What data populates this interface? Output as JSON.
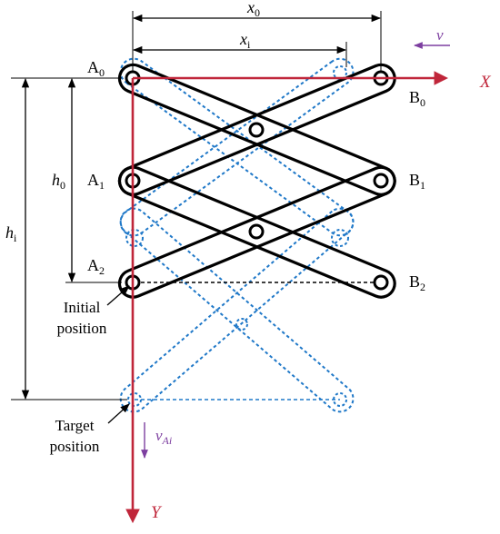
{
  "labels": {
    "A0": {
      "main": "A",
      "sub": "0"
    },
    "A1": {
      "main": "A",
      "sub": "1"
    },
    "A2": {
      "main": "A",
      "sub": "2"
    },
    "B0": {
      "main": "B",
      "sub": "0"
    },
    "B1": {
      "main": "B",
      "sub": "1"
    },
    "B2": {
      "main": "B",
      "sub": "2"
    },
    "x0": {
      "main": "x",
      "sub": "0"
    },
    "xi": {
      "main": "x",
      "sub": "i"
    },
    "h0": {
      "main": "h",
      "sub": "0"
    },
    "hi": {
      "main": "h",
      "sub": "i"
    },
    "axis_x": "X",
    "axis_y": "Y",
    "v": "v",
    "vAi": {
      "main": "v",
      "sub": "Ai"
    },
    "initial_line1": "Initial",
    "initial_line2": "position",
    "target_line1": "Target",
    "target_line2": "position"
  },
  "colors": {
    "axis": "#c0263a",
    "solid_links": "#000000",
    "dashed_links": "#1f78c8",
    "velocity": "#7d3fa0"
  }
}
